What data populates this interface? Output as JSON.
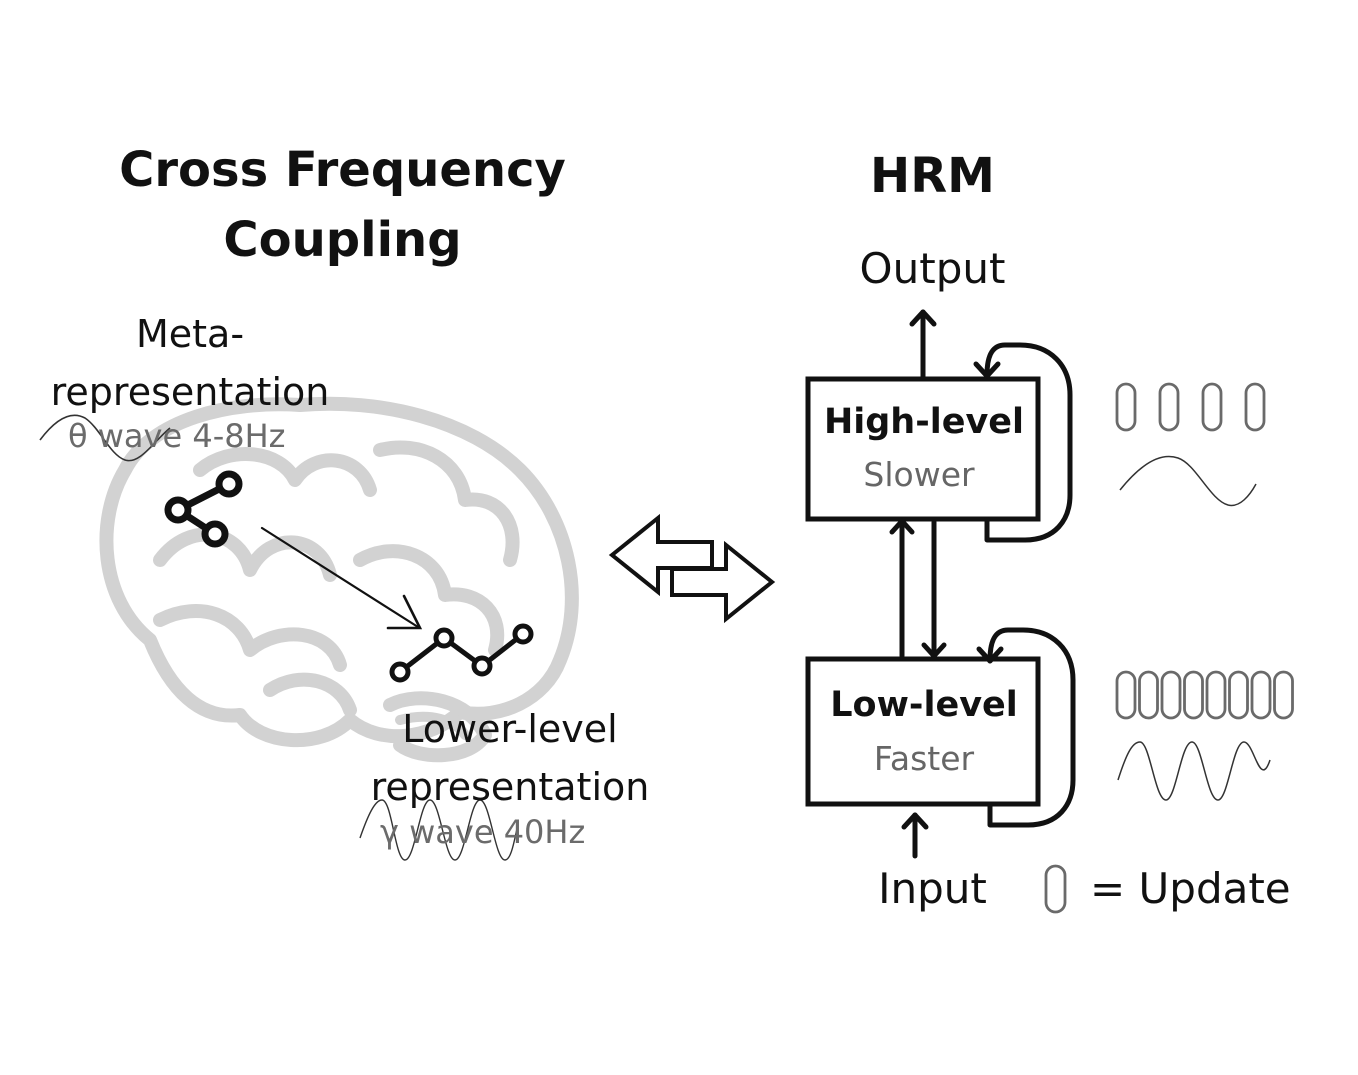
{
  "left_panel": {
    "title_line1": "Cross Frequency",
    "title_line2": "Coupling",
    "meta_line1": "Meta-",
    "meta_line2": "representation",
    "theta_label": "θ wave 4-8Hz",
    "lower_line1": "Lower-level",
    "lower_line2": "representation",
    "gamma_label": "γ wave 40Hz"
  },
  "right_panel": {
    "title": "HRM",
    "output_label": "Output",
    "input_label": "Input",
    "high_level": {
      "title": "High-level",
      "subtitle": "Slower"
    },
    "low_level": {
      "title": "Low-level",
      "subtitle": "Faster"
    },
    "legend_label": "= Update",
    "high_level_update_count": 4,
    "low_level_update_count": 8
  },
  "icons": {
    "brain": "brain-outline-icon",
    "tree": "node-tree-icon",
    "chain": "node-chain-icon",
    "exchange": "bidirectional-arrow-icon"
  },
  "colors": {
    "ink": "#111111",
    "gray_text": "#666666",
    "brain_outline": "#d0d0d0"
  }
}
